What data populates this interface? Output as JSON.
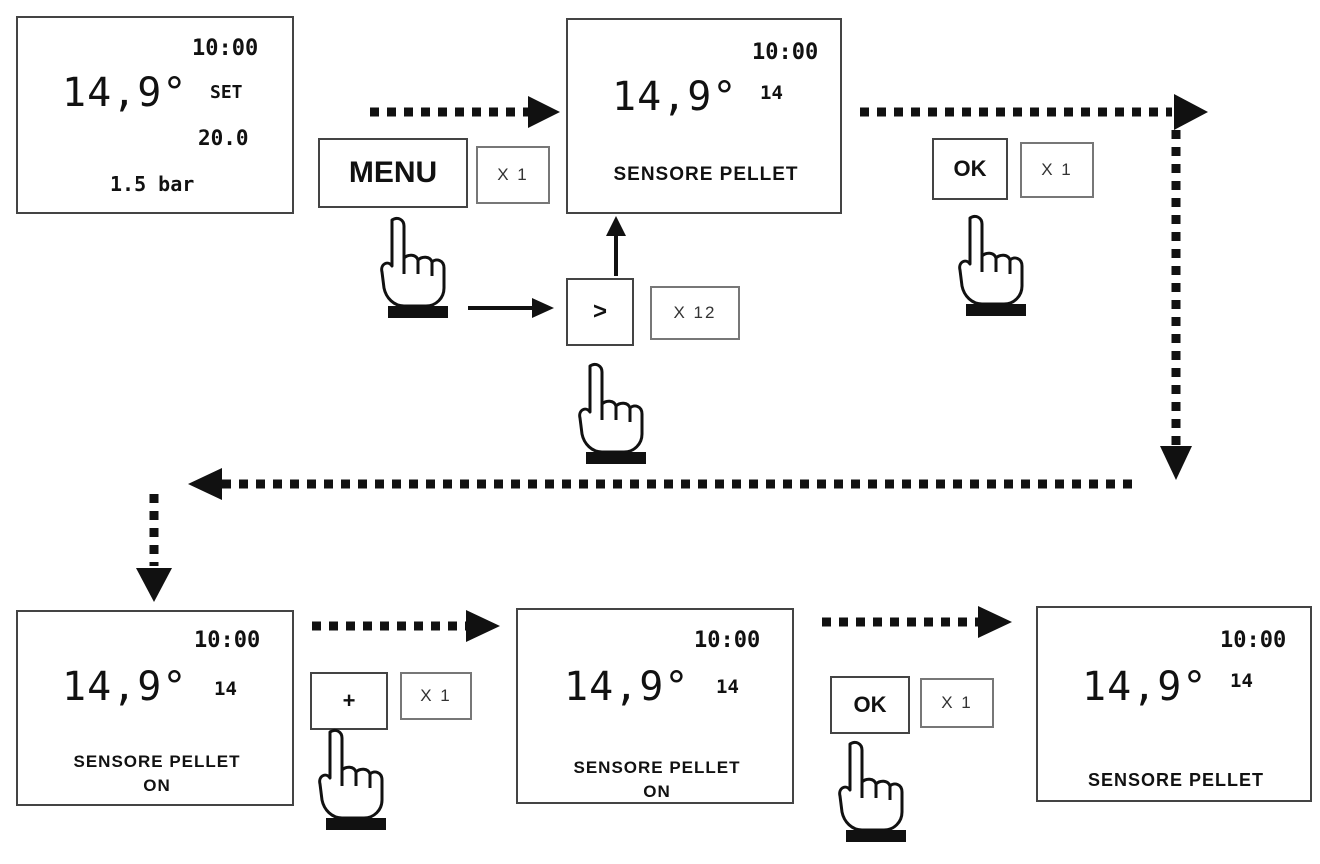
{
  "screens": [
    {
      "time": "10:00",
      "temp": "14,9°",
      "set_label": "SET",
      "set_value": "20.0",
      "pressure": "1.5 bar"
    },
    {
      "time": "10:00",
      "temp": "14,9°",
      "param": "14",
      "line1": "SENSORE PELLET"
    },
    {
      "time": "10:00",
      "temp": "14,9°",
      "param": "14",
      "line1": "SENSORE PELLET",
      "line2": "ON"
    },
    {
      "time": "10:00",
      "temp": "14,9°",
      "param": "14",
      "line1": "SENSORE PELLET",
      "line2": "ON"
    },
    {
      "time": "10:00",
      "temp": "14,9°",
      "param": "14",
      "line1": "SENSORE PELLET"
    }
  ],
  "keys": [
    {
      "label": "MENU",
      "count": "X 1"
    },
    {
      "label": ">",
      "count": "X 12"
    },
    {
      "label": "OK",
      "count": "X 1"
    },
    {
      "label": "+",
      "count": "X 1"
    },
    {
      "label": "OK",
      "count": "X 1"
    }
  ],
  "icons": {
    "hand": "pointing-finger-hand-icon",
    "arrow": "dotted-arrow"
  }
}
